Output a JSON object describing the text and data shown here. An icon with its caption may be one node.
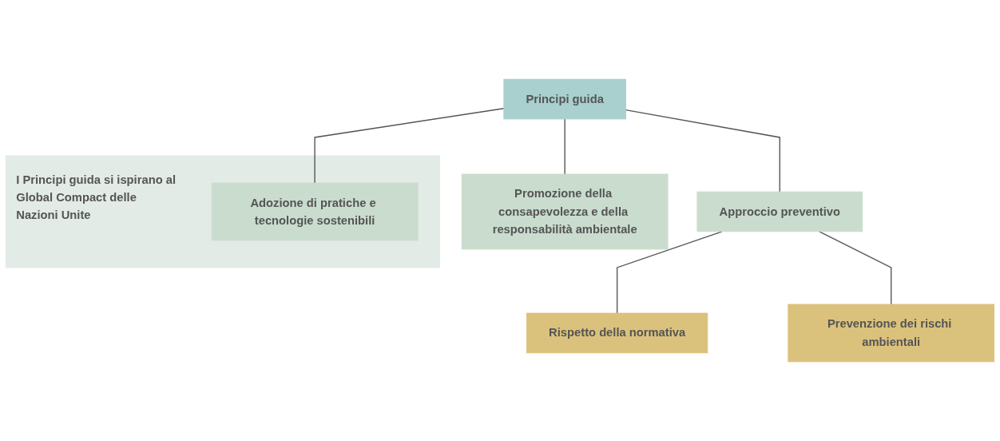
{
  "diagram": {
    "nodes": [
      {
        "text": [
          "Principi guida"
        ]
      },
      {
        "text": [
          "Approccio preventivo"
        ]
      },
      {
        "text": [
          "Promozione della consapevolezza e della responsabilità ambientale"
        ]
      },
      {
        "text": [
          "I Principi guida si ispirano al Global Compact delle Nazioni Unite"
        ]
      },
      {
        "text": [
          "Adozione di pratiche e tecnologie sostenibili"
        ],
        "in": 3
      },
      {
        "text": [
          "Rispetto della normativa"
        ]
      },
      {
        "text": [
          "Prevenzione dei rischi ambientali"
        ]
      }
    ],
    "edges": [
      {
        "from": 0,
        "to": 1,
        "arrow": "none"
      },
      {
        "from": 0,
        "to": 2,
        "arrow": "none"
      },
      {
        "from": 0,
        "to": 4,
        "arrow": "none"
      },
      {
        "from": 1,
        "to": 5,
        "arrow": "none"
      },
      {
        "from": 1,
        "to": 6,
        "arrow": "none"
      }
    ]
  }
}
